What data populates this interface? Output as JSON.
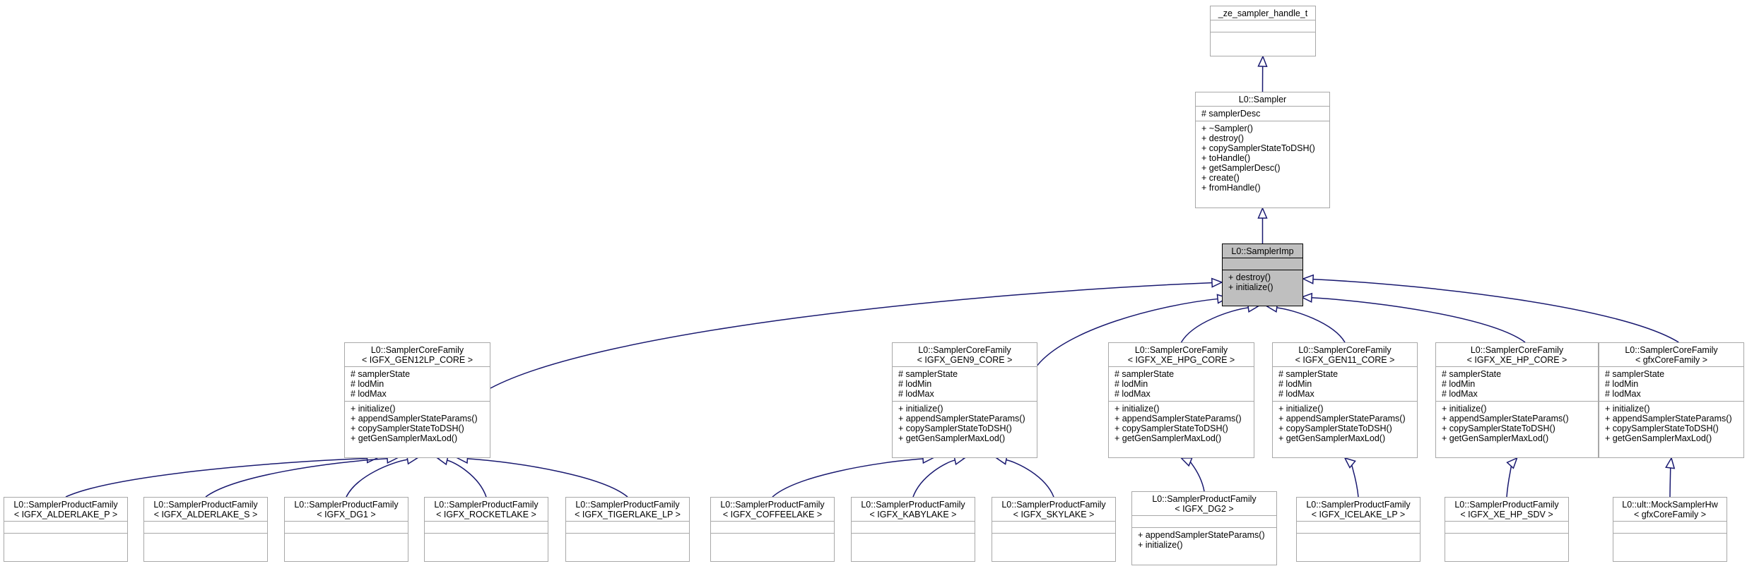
{
  "classes": [
    {
      "id": "handle",
      "title": [
        "_ze_sampler_handle_t"
      ],
      "attrs": [],
      "methods": []
    },
    {
      "id": "sampler",
      "title": [
        "L0::Sampler"
      ],
      "attrs": [
        "# samplerDesc"
      ],
      "methods": [
        "+ ~Sampler()",
        "+ destroy()",
        "+ copySamplerStateToDSH()",
        "+ toHandle()",
        "+ getSamplerDesc()",
        "+ create()",
        "+ fromHandle()"
      ]
    },
    {
      "id": "imp",
      "title": [
        "L0::SamplerImp"
      ],
      "attrs": [],
      "methods": [
        "+ destroy()",
        "+ initialize()"
      ],
      "highlight": true
    },
    {
      "id": "gen12lp",
      "title": [
        "L0::SamplerCoreFamily",
        "< IGFX_GEN12LP_CORE >"
      ],
      "attrs": [
        "# samplerState",
        "# lodMin",
        "# lodMax"
      ],
      "methods": [
        "+ initialize()",
        "+ appendSamplerStateParams()",
        "+ copySamplerStateToDSH()",
        "+ getGenSamplerMaxLod()"
      ]
    },
    {
      "id": "gen9",
      "title": [
        "L0::SamplerCoreFamily",
        "< IGFX_GEN9_CORE >"
      ],
      "attrs": [
        "# samplerState",
        "# lodMin",
        "# lodMax"
      ],
      "methods": [
        "+ initialize()",
        "+ appendSamplerStateParams()",
        "+ copySamplerStateToDSH()",
        "+ getGenSamplerMaxLod()"
      ]
    },
    {
      "id": "xehpg",
      "title": [
        "L0::SamplerCoreFamily",
        "< IGFX_XE_HPG_CORE >"
      ],
      "attrs": [
        "# samplerState",
        "# lodMin",
        "# lodMax"
      ],
      "methods": [
        "+ initialize()",
        "+ appendSamplerStateParams()",
        "+ copySamplerStateToDSH()",
        "+ getGenSamplerMaxLod()"
      ]
    },
    {
      "id": "gen11",
      "title": [
        "L0::SamplerCoreFamily",
        "< IGFX_GEN11_CORE >"
      ],
      "attrs": [
        "# samplerState",
        "# lodMin",
        "# lodMax"
      ],
      "methods": [
        "+ initialize()",
        "+ appendSamplerStateParams()",
        "+ copySamplerStateToDSH()",
        "+ getGenSamplerMaxLod()"
      ]
    },
    {
      "id": "xehp",
      "title": [
        "L0::SamplerCoreFamily",
        "< IGFX_XE_HP_CORE >"
      ],
      "attrs": [
        "# samplerState",
        "# lodMin",
        "# lodMax"
      ],
      "methods": [
        "+ initialize()",
        "+ appendSamplerStateParams()",
        "+ copySamplerStateToDSH()",
        "+ getGenSamplerMaxLod()"
      ]
    },
    {
      "id": "gfxcore",
      "title": [
        "L0::SamplerCoreFamily",
        "< gfxCoreFamily >"
      ],
      "attrs": [
        "# samplerState",
        "# lodMin",
        "# lodMax"
      ],
      "methods": [
        "+ initialize()",
        "+ appendSamplerStateParams()",
        "+ copySamplerStateToDSH()",
        "+ getGenSamplerMaxLod()"
      ]
    },
    {
      "id": "alderlake_p",
      "title": [
        "L0::SamplerProductFamily",
        "< IGFX_ALDERLAKE_P >"
      ],
      "attrs": [],
      "methods": []
    },
    {
      "id": "alderlake_s",
      "title": [
        "L0::SamplerProductFamily",
        "< IGFX_ALDERLAKE_S >"
      ],
      "attrs": [],
      "methods": []
    },
    {
      "id": "dg1",
      "title": [
        "L0::SamplerProductFamily",
        "< IGFX_DG1 >"
      ],
      "attrs": [],
      "methods": []
    },
    {
      "id": "rocketlake",
      "title": [
        "L0::SamplerProductFamily",
        "< IGFX_ROCKETLAKE >"
      ],
      "attrs": [],
      "methods": []
    },
    {
      "id": "tigerlake",
      "title": [
        "L0::SamplerProductFamily",
        "< IGFX_TIGERLAKE_LP >"
      ],
      "attrs": [],
      "methods": []
    },
    {
      "id": "coffeelake",
      "title": [
        "L0::SamplerProductFamily",
        "< IGFX_COFFEELAKE >"
      ],
      "attrs": [],
      "methods": []
    },
    {
      "id": "kabylake",
      "title": [
        "L0::SamplerProductFamily",
        "< IGFX_KABYLAKE >"
      ],
      "attrs": [],
      "methods": []
    },
    {
      "id": "skylake",
      "title": [
        "L0::SamplerProductFamily",
        "< IGFX_SKYLAKE >"
      ],
      "attrs": [],
      "methods": []
    },
    {
      "id": "dg2",
      "title": [
        "L0::SamplerProductFamily",
        "< IGFX_DG2 >"
      ],
      "attrs": [],
      "methods": [
        "+ appendSamplerStateParams()",
        "+ initialize()"
      ]
    },
    {
      "id": "icelake",
      "title": [
        "L0::SamplerProductFamily",
        "< IGFX_ICELAKE_LP >"
      ],
      "attrs": [],
      "methods": []
    },
    {
      "id": "xehpsdv",
      "title": [
        "L0::SamplerProductFamily",
        "< IGFX_XE_HP_SDV >"
      ],
      "attrs": [],
      "methods": []
    },
    {
      "id": "mock",
      "title": [
        "L0::ult::MockSamplerHw",
        "< gfxCoreFamily >"
      ],
      "attrs": [],
      "methods": []
    }
  ],
  "inheritance": [
    [
      "sampler",
      "handle"
    ],
    [
      "imp",
      "sampler"
    ],
    [
      "gen12lp",
      "imp"
    ],
    [
      "gen9",
      "imp"
    ],
    [
      "xehpg",
      "imp"
    ],
    [
      "gen11",
      "imp"
    ],
    [
      "xehp",
      "imp"
    ],
    [
      "gfxcore",
      "imp"
    ],
    [
      "alderlake_p",
      "gen12lp"
    ],
    [
      "alderlake_s",
      "gen12lp"
    ],
    [
      "dg1",
      "gen12lp"
    ],
    [
      "rocketlake",
      "gen12lp"
    ],
    [
      "tigerlake",
      "gen12lp"
    ],
    [
      "coffeelake",
      "gen9"
    ],
    [
      "kabylake",
      "gen9"
    ],
    [
      "skylake",
      "gen9"
    ],
    [
      "dg2",
      "xehpg"
    ],
    [
      "icelake",
      "gen11"
    ],
    [
      "xehpsdv",
      "xehp"
    ],
    [
      "mock",
      "gfxcore"
    ]
  ],
  "colors": {
    "edge": "#191970",
    "border": "#a8a8a8",
    "highlight_fill": "#bfbfbf"
  }
}
